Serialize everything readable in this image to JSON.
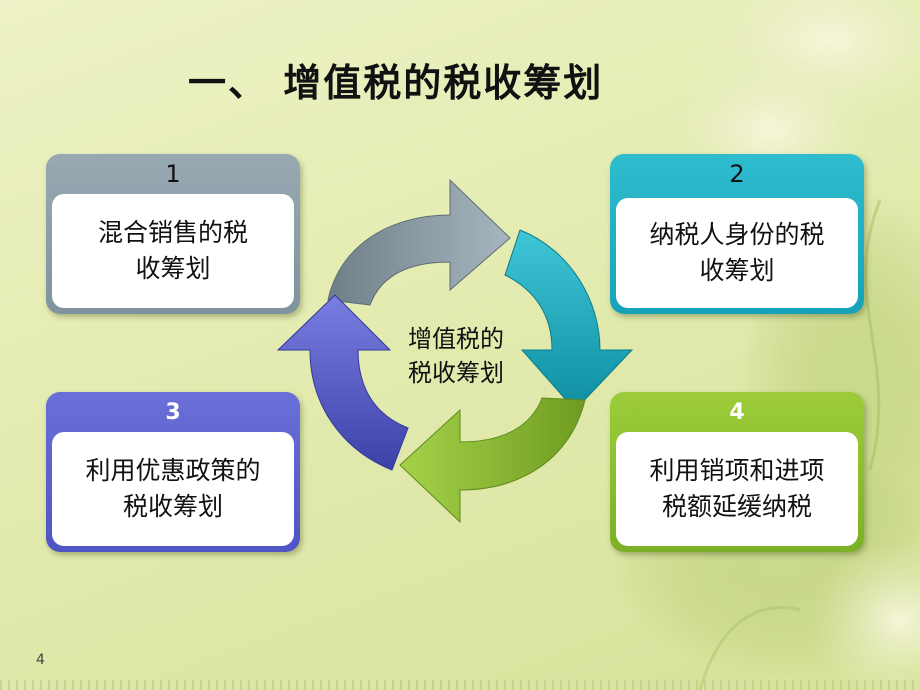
{
  "slide": {
    "title": "一、  增值税的税收筹划",
    "page_number": "4"
  },
  "center": {
    "line1": "增值税的",
    "line2": "税收筹划"
  },
  "items": [
    {
      "number": "1",
      "line1": "混合销售的税",
      "line2": "收筹划",
      "color": "#8b9ea8"
    },
    {
      "number": "2",
      "line1": "纳税人身份的税",
      "line2": "收筹划",
      "color": "#1fb0c4"
    },
    {
      "number": "3",
      "line1": "利用优惠政策的",
      "line2": "税收筹划",
      "color": "#5a5fcf"
    },
    {
      "number": "4",
      "line1": "利用销项和进项",
      "line2": "税额延缓纳税",
      "color": "#8ac030"
    }
  ]
}
